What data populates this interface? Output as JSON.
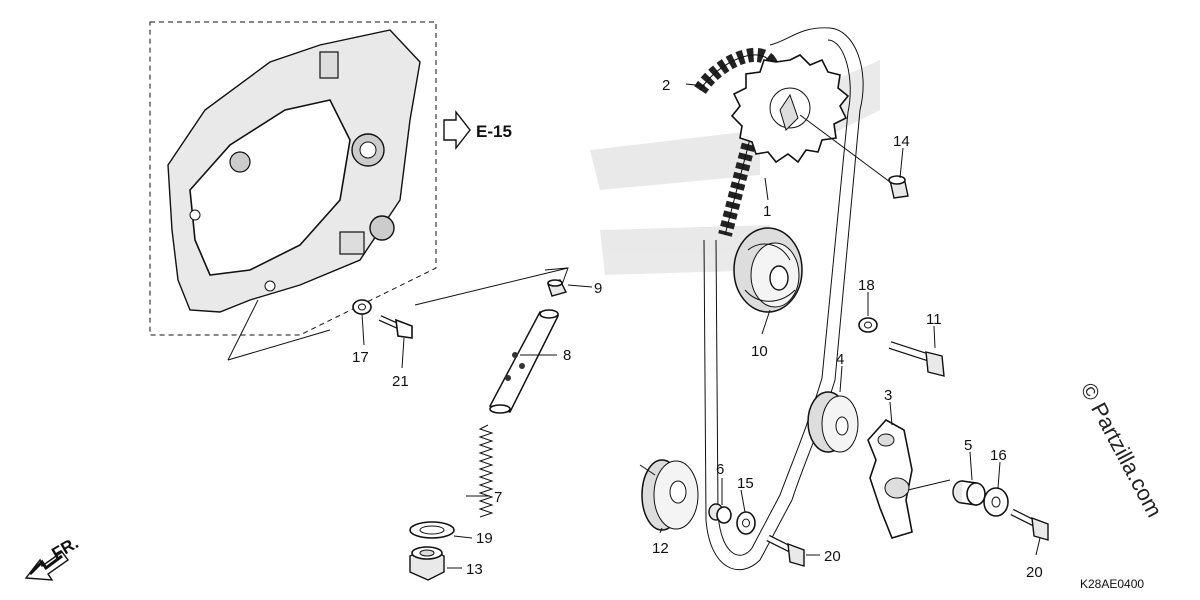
{
  "reference": {
    "arrow_label": "E-15"
  },
  "front_marker": {
    "label": "FR."
  },
  "watermark": {
    "text": "© Partzilla.com"
  },
  "diagram_code": "K28AE0400",
  "callouts": [
    {
      "id": "p1",
      "label": "1"
    },
    {
      "id": "p2",
      "label": "2"
    },
    {
      "id": "p3",
      "label": "3"
    },
    {
      "id": "p4",
      "label": "4"
    },
    {
      "id": "p5",
      "label": "5"
    },
    {
      "id": "p6",
      "label": "6"
    },
    {
      "id": "p7",
      "label": "7"
    },
    {
      "id": "p8",
      "label": "8"
    },
    {
      "id": "p9",
      "label": "9"
    },
    {
      "id": "p10",
      "label": "10"
    },
    {
      "id": "p11",
      "label": "11"
    },
    {
      "id": "p12",
      "label": "12"
    },
    {
      "id": "p13",
      "label": "13"
    },
    {
      "id": "p14",
      "label": "14"
    },
    {
      "id": "p15",
      "label": "15"
    },
    {
      "id": "p16",
      "label": "16"
    },
    {
      "id": "p17",
      "label": "17"
    },
    {
      "id": "p18",
      "label": "18"
    },
    {
      "id": "p19",
      "label": "19"
    },
    {
      "id": "p20a",
      "label": "20"
    },
    {
      "id": "p20b",
      "label": "20"
    },
    {
      "id": "p21",
      "label": "21"
    }
  ]
}
